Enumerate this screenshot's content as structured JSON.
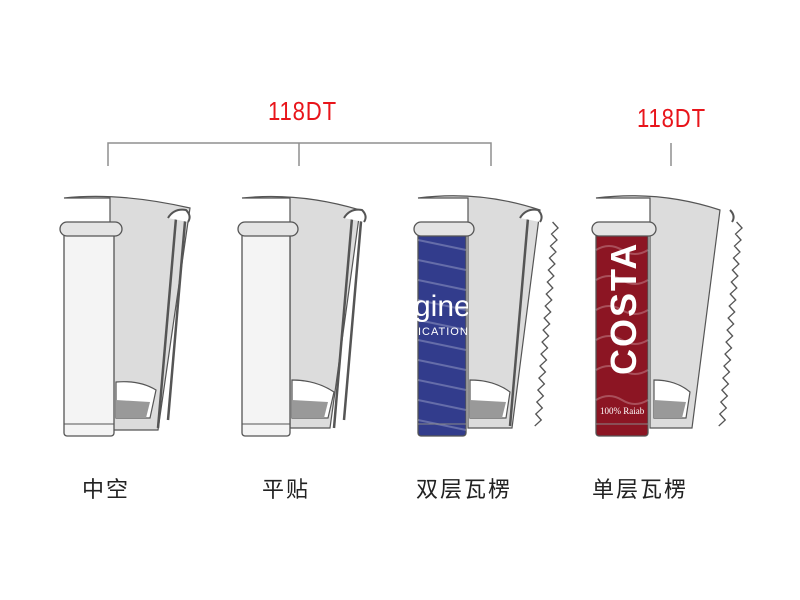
{
  "dimension_labels": [
    {
      "text": "118DT"
    },
    {
      "text": "118DT"
    }
  ],
  "cups": [
    {
      "label": "中空"
    },
    {
      "label": "平贴"
    },
    {
      "label": "双层瓦楞"
    },
    {
      "label": "单层瓦楞"
    }
  ],
  "sleeve_prints": {
    "blue": {
      "word": "gine",
      "sub": "ICATIONS"
    },
    "red": {
      "brand": "COSTA",
      "tagline": "100% Raiab"
    }
  },
  "colors": {
    "label_red": "#e8151b",
    "line_gray": "#8f8f8f",
    "wall_gray": "#d9d9d9",
    "sleeve_blue": "#323c8c",
    "sleeve_red": "#8c1523"
  }
}
